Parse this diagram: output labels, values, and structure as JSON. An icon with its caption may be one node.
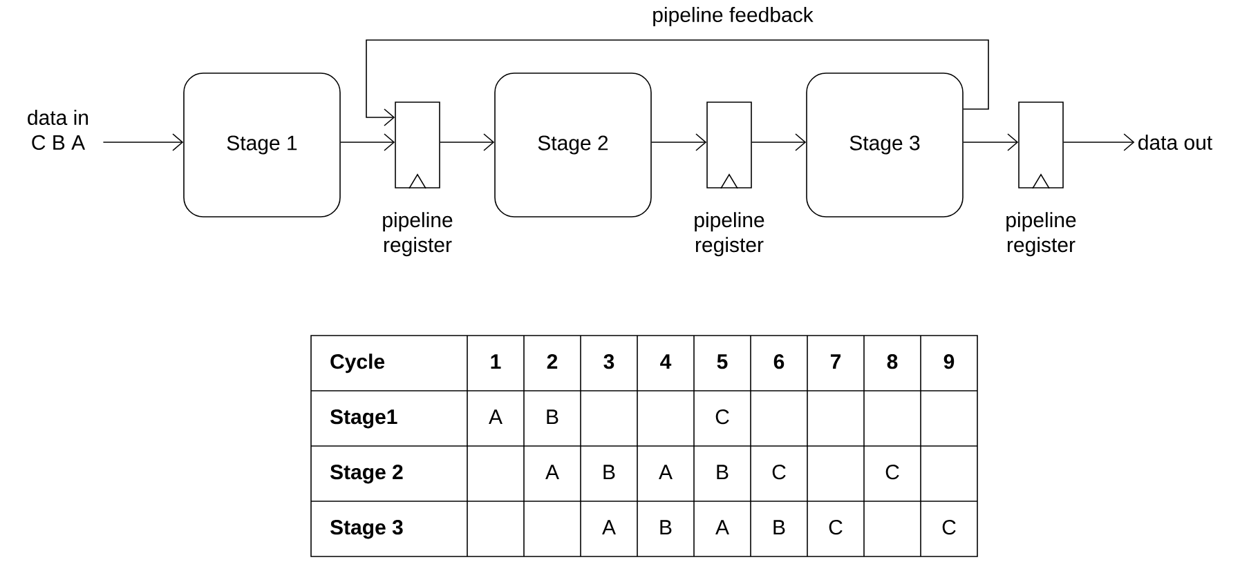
{
  "diagram": {
    "nodes": [
      {
        "text": [
          "data in",
          "C B A"
        ]
      },
      {
        "text": [
          "Stage 1"
        ]
      },
      {
        "text": [],
        "shape": "box",
        "beside": [
          "pipeline register"
        ]
      },
      {
        "text": [
          "Stage 2"
        ]
      },
      {
        "text": [],
        "shape": "box",
        "beside": [
          "pipeline register"
        ]
      },
      {
        "text": [
          "Stage 3"
        ]
      },
      {
        "text": [],
        "shape": "box",
        "beside": [
          "pipeline register"
        ]
      },
      {
        "text": [
          "data out"
        ]
      }
    ],
    "edges": [
      {
        "from": 0,
        "to": 1,
        "arrow": "to"
      },
      {
        "from": 1,
        "to": 2,
        "arrow": "to"
      },
      {
        "from": 2,
        "to": 3,
        "arrow": "to"
      },
      {
        "from": 3,
        "to": 4,
        "arrow": "to"
      },
      {
        "from": 4,
        "to": 5,
        "arrow": "to"
      },
      {
        "from": 5,
        "to": 6,
        "arrow": "to"
      },
      {
        "from": 6,
        "to": 7,
        "arrow": "to"
      },
      {
        "from": 5,
        "to": 2,
        "arrow": "to",
        "label": "pipeline feedback"
      }
    ],
    "labels": [
      "Cycle",
      "1",
      "2",
      "3",
      "4",
      "5",
      "6",
      "7",
      "8",
      "9",
      "Stage1",
      "A",
      "B",
      "C",
      "Stage 2",
      "A",
      "B",
      "A",
      "B",
      "C",
      "C",
      "Stage 3",
      "A",
      "B",
      "A",
      "B",
      "C",
      "C"
    ]
  }
}
